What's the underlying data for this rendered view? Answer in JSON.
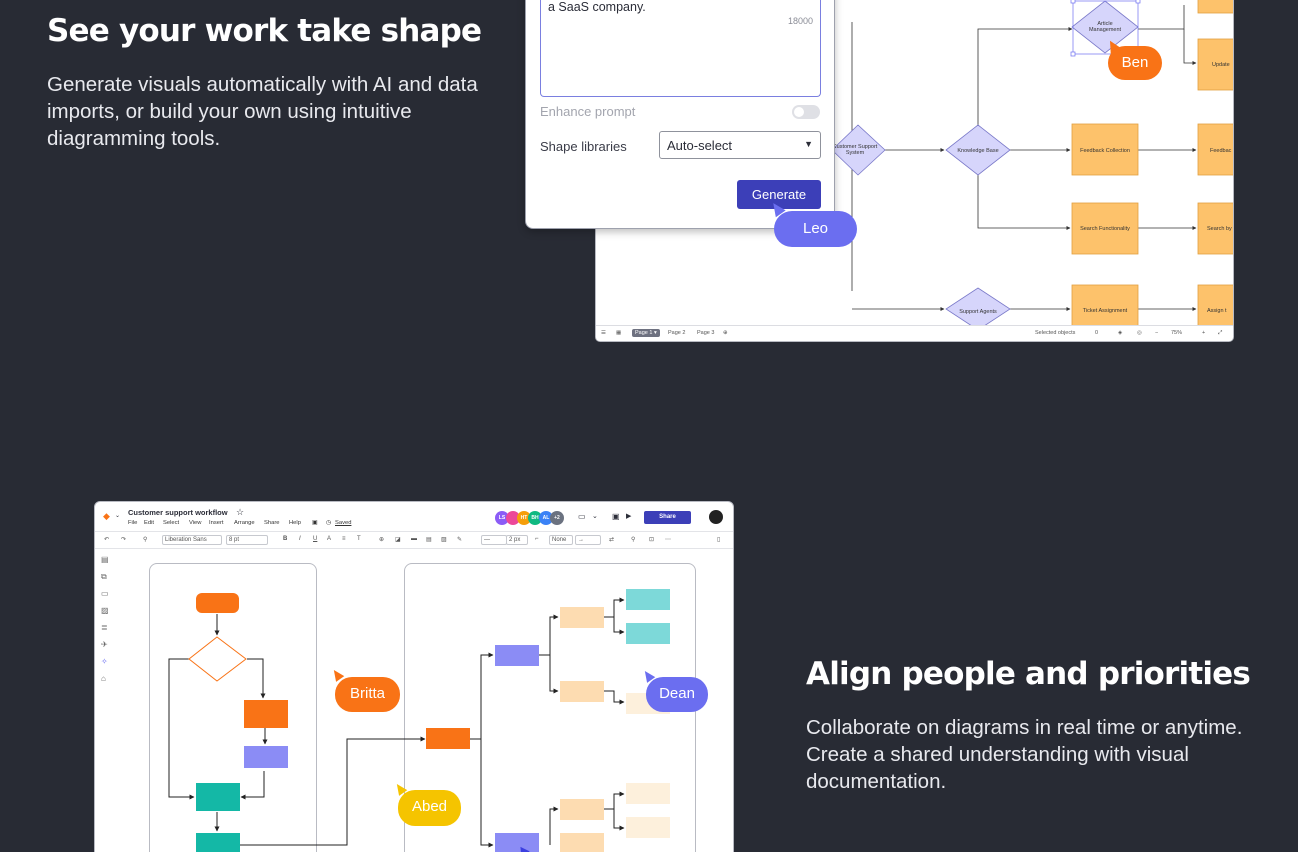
{
  "section1": {
    "title": "See your work take shape",
    "body": "Generate visuals automatically with AI and data imports, or build your own using intuitive diagramming tools."
  },
  "section2": {
    "title": "Align people and priorities",
    "body": "Collaborate on diagrams in real time or anytime. Create a shared understanding with visual documentation."
  },
  "ai_panel": {
    "prompt_text": "a SaaS company.",
    "char_counter": "18000",
    "enhance_label": "Enhance prompt",
    "shape_libraries_label": "Shape libraries",
    "shape_libraries_value": "Auto-select",
    "generate_label": "Generate"
  },
  "diagram1": {
    "nodes": {
      "article_management": "Article Management",
      "customer_support_system": "Customer Support System",
      "knowledge_base": "Knowledge Base",
      "feedback_collection": "Feedback Collection",
      "search_functionality": "Search Functionality",
      "support_agents": "Support Agents",
      "ticket_assignment": "Ticket Assignment",
      "update": "Update",
      "feedback_cut": "Feedbac",
      "search_by": "Search by",
      "assign": "Assign t"
    },
    "bottom_bar": {
      "page1": "Page 1 ▾",
      "page2": "Page 2",
      "page3": "Page 3",
      "selected": "Selected objects",
      "selected_count": "0",
      "zoom": "75%"
    }
  },
  "cursors": {
    "ben": "Ben",
    "leo": "Leo",
    "britta": "Britta",
    "dean": "Dean",
    "abed": "Abed"
  },
  "app2": {
    "doc_title": "Customer support workflow",
    "menu": [
      "File",
      "Edit",
      "Select",
      "View",
      "Insert",
      "Arrange",
      "Share",
      "Help"
    ],
    "saved": "Saved",
    "avatars": [
      "LS",
      "",
      "HT",
      "BH",
      "AL",
      "+2"
    ],
    "share_label": "Share",
    "font_name": "Liberation Sans",
    "font_size": "8 pt",
    "line_width": "2 px",
    "arrow_none": "None"
  },
  "colors": {
    "background": "#282b34",
    "accent_purple": "#6b6ef0",
    "accent_orange": "#f97316",
    "generate_button": "#3c3fb8",
    "node_orange": "#fdc26b",
    "node_diamond": "#d6d5fb"
  }
}
